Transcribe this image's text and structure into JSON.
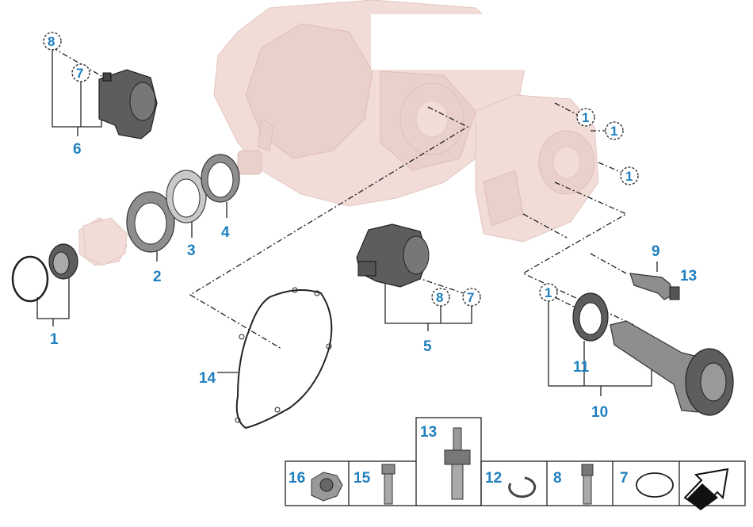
{
  "diagram": {
    "callouts": {
      "c1": "1",
      "c2": "2",
      "c3": "3",
      "c4": "4",
      "c5": "5",
      "c6": "6",
      "c9": "9",
      "c10": "10",
      "c11": "11",
      "c13": "13",
      "c14": "14"
    },
    "circled": {
      "s8a": "8",
      "s7a": "7",
      "s8b": "8",
      "s7b": "7",
      "s1a": "1",
      "s1b": "1",
      "s1c": "1",
      "s1d": "1"
    },
    "fastener_table": {
      "col13": "13",
      "cells": [
        "16",
        "15",
        "12",
        "8",
        "7"
      ]
    }
  }
}
